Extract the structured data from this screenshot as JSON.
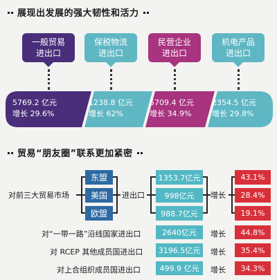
{
  "section1": {
    "title": "展现出发展的强大韧性和活力",
    "categories": [
      {
        "line1": "一般贸易",
        "line2": "进出口",
        "value": "5769.2 亿元",
        "growth": "增长 29.6%",
        "color": "#4a2e7a"
      },
      {
        "line1": "保税物流",
        "line2": "进出口",
        "value": "1238.8 亿元",
        "growth": "增长 62%",
        "color": "#5fb7c4"
      },
      {
        "line1": "民营企业",
        "line2": "进出口",
        "value": "5709.4 亿元",
        "growth": "增长 34.9%",
        "color": "#a8337f"
      },
      {
        "line1": "机电产品",
        "line2": "进出口",
        "value": "2354.5 亿元",
        "growth": "增长 29.8%",
        "color": "#5fb7c4"
      }
    ]
  },
  "section2": {
    "title": "贸易“朋友圈”联系更加紧密",
    "top_label": "对前三大贸易市场",
    "markets": [
      {
        "name": "东盟",
        "value": "1353.7亿元",
        "growth": "43.1%"
      },
      {
        "name": "美国",
        "value": "998亿元",
        "growth": "28.4%"
      },
      {
        "name": "欧盟",
        "value": "988.7亿元",
        "growth": "19.1%"
      }
    ],
    "trade_label": "进出口",
    "growth_label": "增长",
    "rows": [
      {
        "label": "对“一带一路”沿线国家进出口",
        "value": "2640亿元",
        "growth_label": "增长",
        "growth": "44.8%"
      },
      {
        "label": "对 RCEP 其他成员国进出口",
        "value": "3196.5亿元",
        "growth_label": "增长",
        "growth": "35.4%"
      },
      {
        "label": "对上合组织成员国进出口",
        "value": "499.9 亿元",
        "growth_label": "增长",
        "growth": "34.3%"
      }
    ]
  }
}
